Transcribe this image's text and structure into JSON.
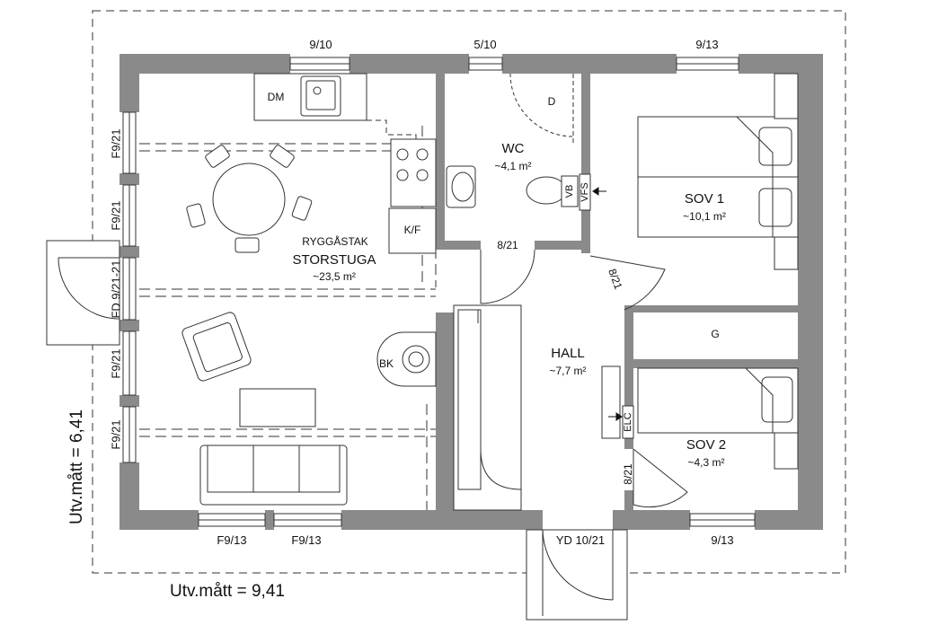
{
  "plan": {
    "outer_dims": {
      "width_label": "Utv.mått = 9,41",
      "height_label": "Utv.mått = 6,41"
    },
    "rooms": {
      "storstuga": {
        "name": "STORSTUGA",
        "area": "~23,5 m²",
        "note": "RYGGÅSTAK"
      },
      "wc": {
        "name": "WC",
        "area": "~4,1 m²"
      },
      "sov1": {
        "name": "SOV 1",
        "area": "~10,1 m²"
      },
      "hall": {
        "name": "HALL",
        "area": "~7,7 m²"
      },
      "sov2": {
        "name": "SOV 2",
        "area": "~4,3 m²"
      }
    },
    "fixtures": {
      "dm": "DM",
      "d": "D",
      "kf": "K/F",
      "bk": "BK",
      "g": "G",
      "vb": "VB",
      "vfs": "VFS",
      "elc": "ELC"
    },
    "windows": {
      "top_left": "9/10",
      "top_mid": "5/10",
      "top_right": "9/13",
      "left_1": "F9/21",
      "left_2": "F9/21",
      "left_fd": "FD 9/21-21",
      "left_4": "F9/21",
      "left_5": "F9/21",
      "bottom_1": "F9/13",
      "bottom_2": "F9/13",
      "bottom_right": "9/13"
    },
    "doors": {
      "wc_door": "8/21",
      "sov1_door": "8/21",
      "sov2_door": "8/21",
      "entry": "YD 10/21"
    },
    "colors": {
      "wall": "#8a8a8a",
      "line": "#333333",
      "paper": "#ffffff"
    }
  }
}
